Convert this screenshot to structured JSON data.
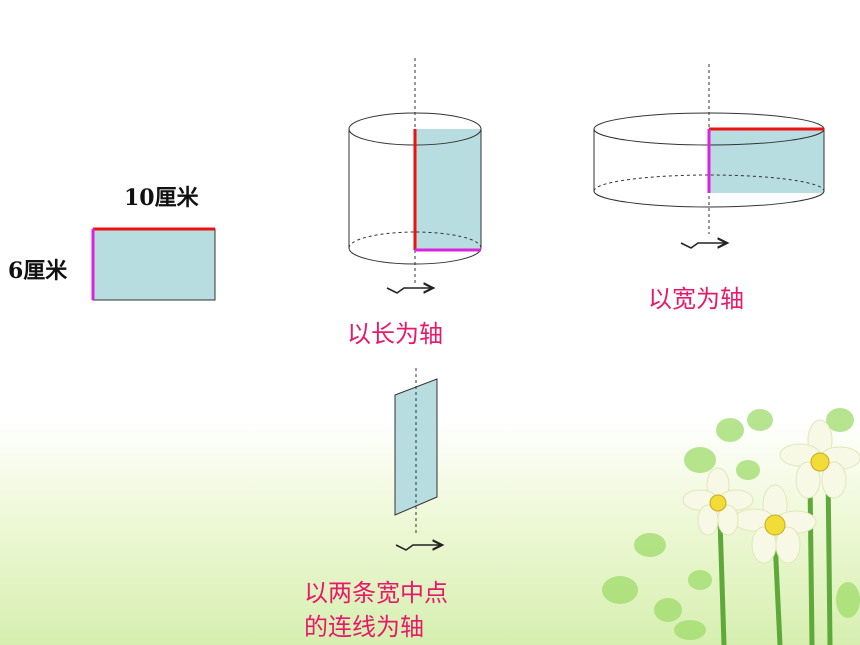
{
  "slide": {
    "length_label": "10厘米",
    "width_label": "6厘米",
    "caption_length_axis": "以长为轴",
    "caption_width_axis": "以宽为轴",
    "caption_midline_axis_line1": "以两条宽中点",
    "caption_midline_axis_line2": "的连线为轴"
  },
  "colors": {
    "shape_fill": "#b7dde0",
    "length_edge": "#ee1111",
    "width_edge": "#dd22dd",
    "caption": "#e8186a",
    "outline": "#333333"
  },
  "icons": {
    "rotation": "curved-rotation-arrow-icon",
    "decoration": "daffodil-flowers-decoration"
  }
}
